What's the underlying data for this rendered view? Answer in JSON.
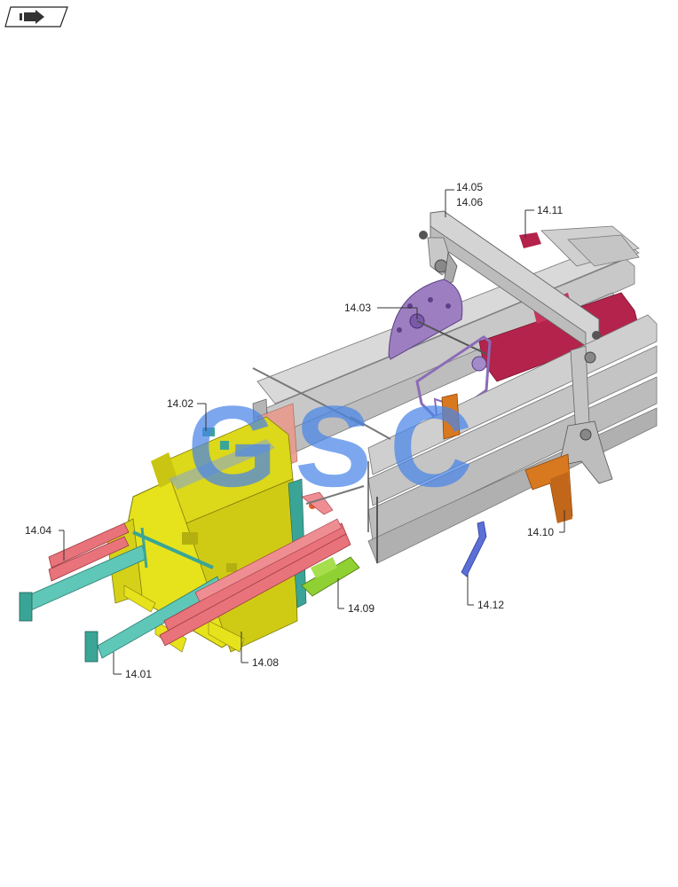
{
  "header": {
    "nav_icon": "catalog-arrow-icon"
  },
  "callouts": [
    {
      "id": "14.01",
      "text": "14.01"
    },
    {
      "id": "14.02",
      "text": "14.02"
    },
    {
      "id": "14.03",
      "text": "14.03"
    },
    {
      "id": "14.04",
      "text": "14.04"
    },
    {
      "id": "14.05",
      "text": "14.05"
    },
    {
      "id": "14.06",
      "text": "14.06"
    },
    {
      "id": "14.08",
      "text": "14.08"
    },
    {
      "id": "14.09",
      "text": "14.09"
    },
    {
      "id": "14.10",
      "text": "14.10"
    },
    {
      "id": "14.11",
      "text": "14.11"
    },
    {
      "id": "14.12",
      "text": "14.12"
    }
  ],
  "watermark": {
    "text": "GSC"
  },
  "colors": {
    "frame_gray": "#cfcfcf",
    "yellow": "#e6e21c",
    "teal": "#5ec7b8",
    "pink": "#e8737a",
    "crimson": "#b3234b",
    "purple": "#9d7fc1",
    "orange": "#d8781f",
    "green": "#8fd032",
    "blue": "#5b6fd6"
  }
}
